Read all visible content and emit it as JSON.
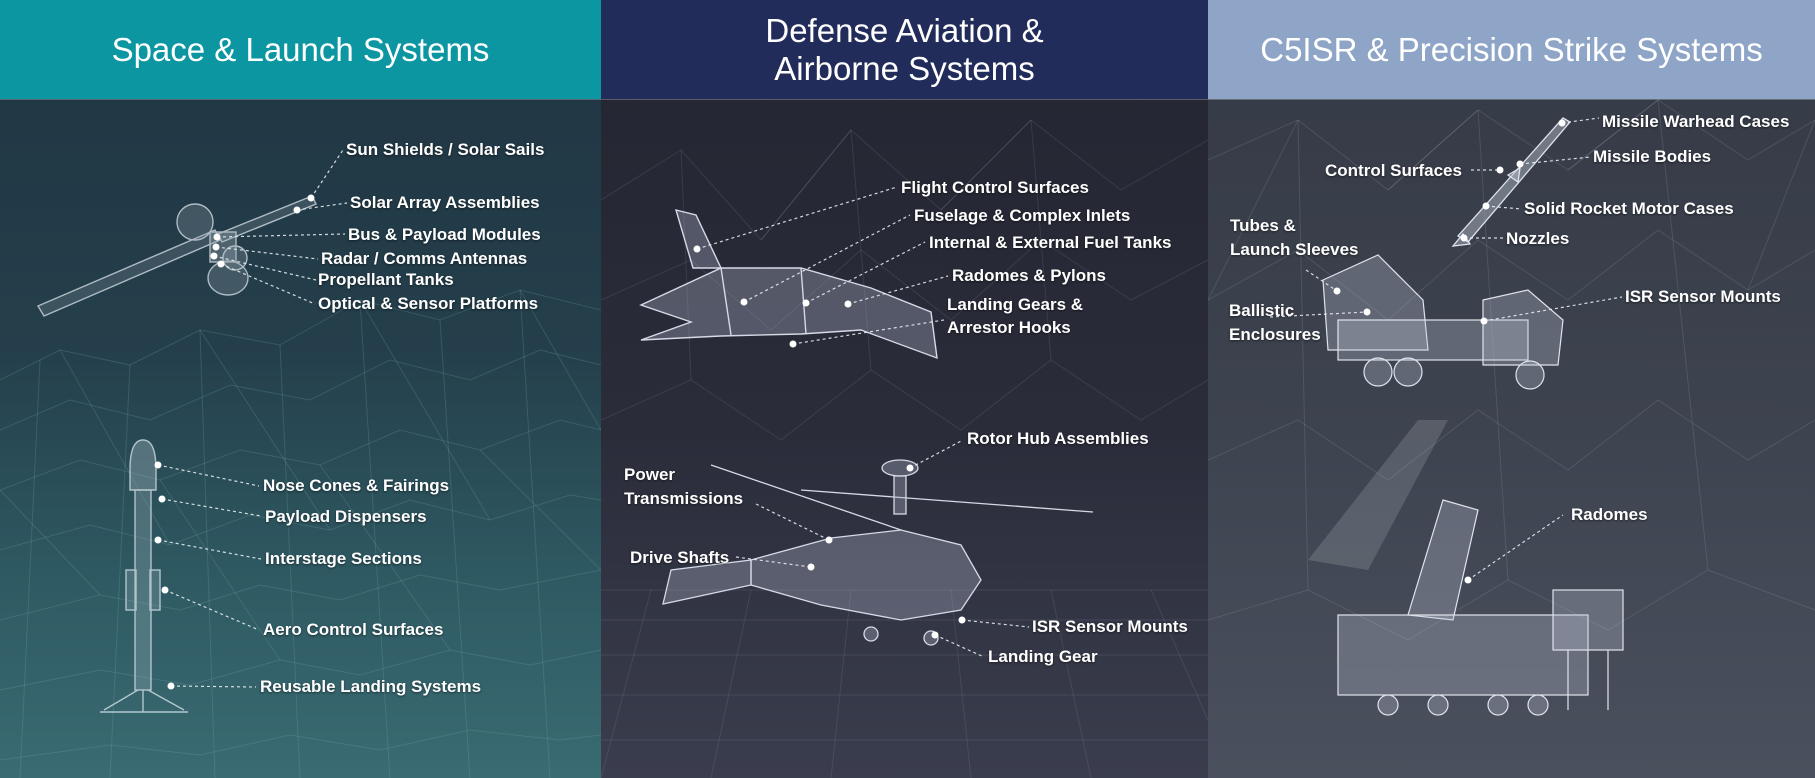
{
  "panels": [
    {
      "title": "Space & Launch Systems",
      "labels": [
        "Sun Shields / Solar Sails",
        "Solar Array Assemblies",
        "Bus & Payload Modules",
        "Radar / Comms Antennas",
        "Propellant Tanks",
        "Optical & Sensor Platforms",
        "Nose Cones & Fairings",
        "Payload Dispensers",
        "Interstage Sections",
        "Aero Control Surfaces",
        "Reusable Landing Systems"
      ]
    },
    {
      "title_line1": "Defense Aviation &",
      "title_line2": "Airborne Systems",
      "labels": [
        "Flight Control Surfaces",
        "Fuselage & Complex Inlets",
        "Internal & External Fuel Tanks",
        "Radomes & Pylons",
        "Landing Gears &",
        "Arrestor Hooks",
        "Rotor Hub Assemblies",
        "Power",
        "Transmissions",
        "Drive Shafts",
        "ISR Sensor Mounts",
        "Landing Gear"
      ]
    },
    {
      "title": "C5ISR & Precision Strike Systems",
      "labels": [
        "Missile Warhead Cases",
        "Control Surfaces",
        "Missile Bodies",
        "Tubes &",
        "Launch Sleeves",
        "Solid Rocket Motor Cases",
        "Nozzles",
        "Ballistic",
        "Enclosures",
        "ISR Sensor Mounts",
        "Radomes"
      ]
    }
  ],
  "colors": {
    "header_space": "#0b96a1",
    "header_aviation": "#222c5a",
    "header_c5isr": "#8ea5c8"
  }
}
